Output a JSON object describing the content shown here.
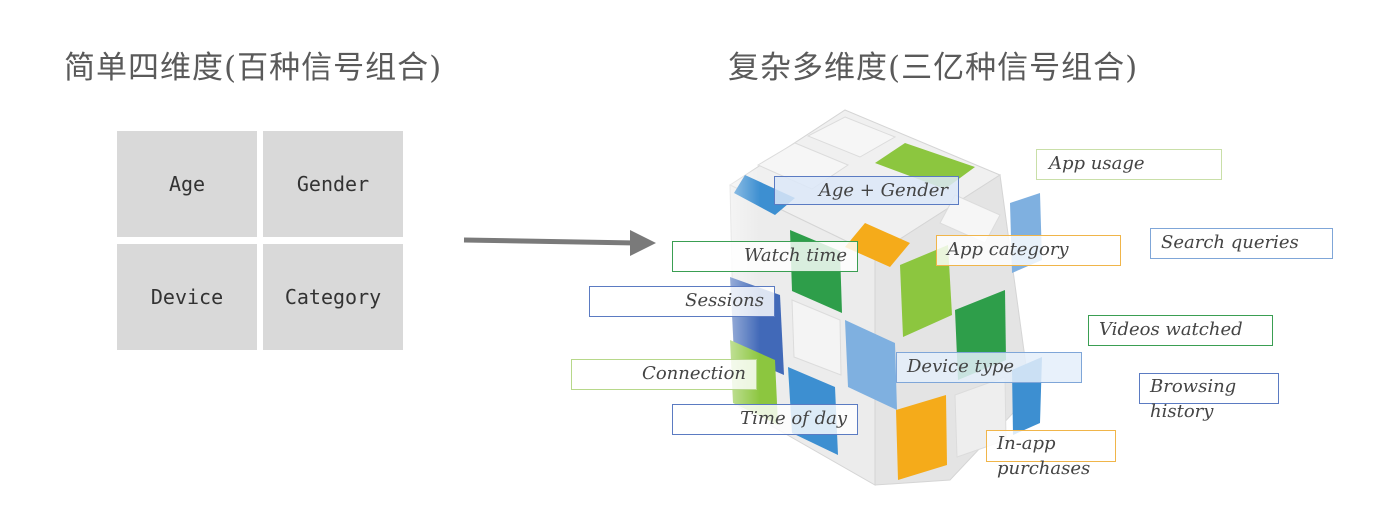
{
  "left_title": "简单四维度(百种信号组合)",
  "right_title": "复杂多维度(三亿种信号组合)",
  "simple_grid": [
    "Age",
    "Gender",
    "Device",
    "Category"
  ],
  "complex_labels": {
    "app_usage": "App usage",
    "age_gender": "Age + Gender",
    "search_queries": "Search queries",
    "watch_time": "Watch time",
    "app_category": "App category",
    "sessions": "Sessions",
    "videos_watched": "Videos watched",
    "device_type": "Device type",
    "connection": "Connection",
    "browsing_history": "Browsing history",
    "time_of_day": "Time of day",
    "in_app_purchases": "In-app purchases"
  },
  "colors": {
    "grid_cell": "#d9d9d9",
    "arrow": "#7a7a7a",
    "green": "#2e9e4a",
    "light_green": "#8cc63f",
    "blue": "#3d8fd1",
    "dark_blue": "#4169b8",
    "light_blue": "#7fb0e0",
    "orange": "#f5ab1a",
    "face_gray": "#eaeaea"
  }
}
